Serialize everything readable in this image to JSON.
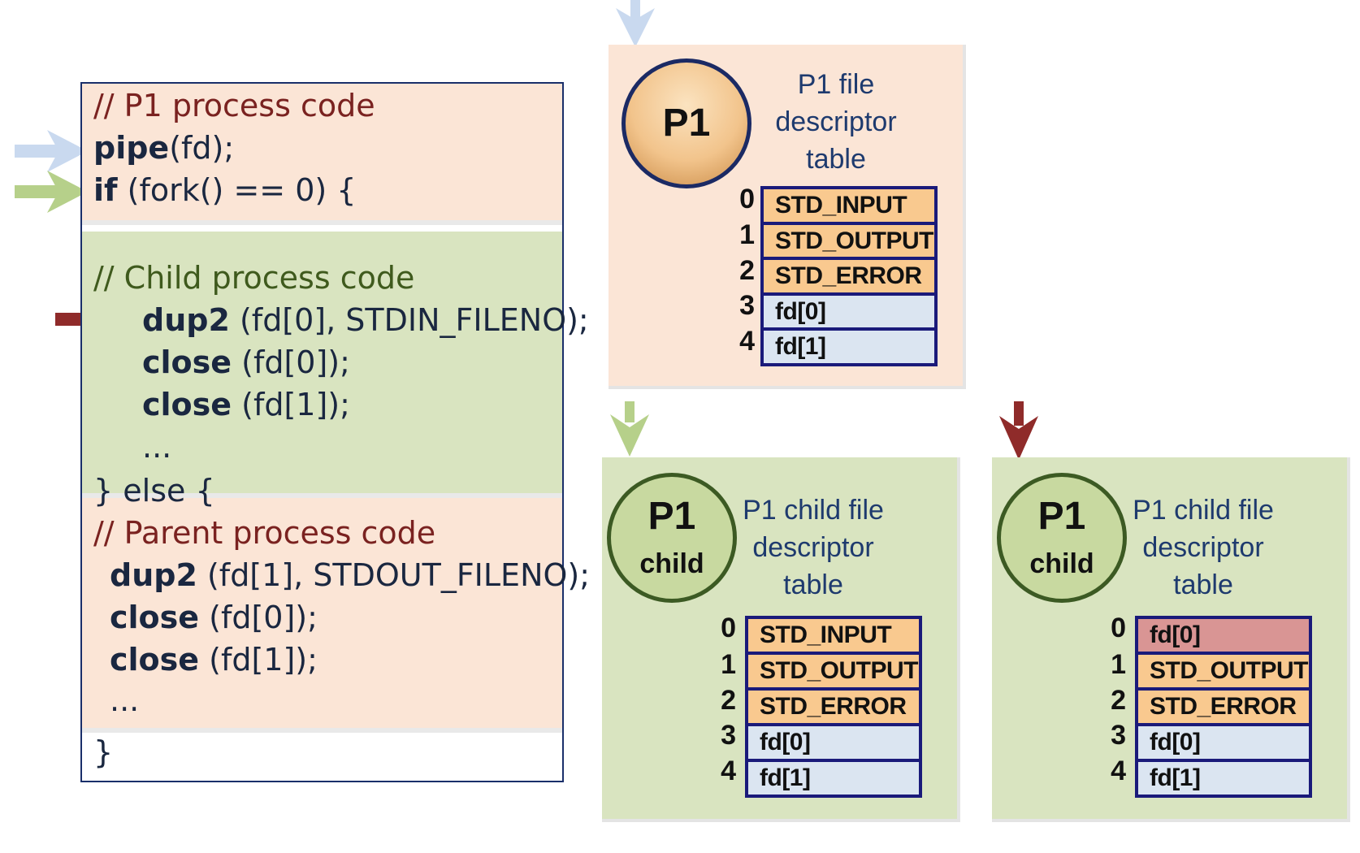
{
  "code": {
    "p1_comment": "// P1 process code",
    "pipe_kw": "pipe",
    "pipe_rest": "(fd);",
    "if_kw": "if",
    "if_rest": " (fork() == 0)  {",
    "child_comment": "// Child process code",
    "child_dup2_kw": "dup2",
    "child_dup2_rest": " (fd[0], STDIN_FILENO);",
    "child_close1_kw": "close",
    "child_close1_rest": " (fd[0]);",
    "child_close2_kw": "close",
    "child_close2_rest": " (fd[1]);",
    "child_ellipsis": "...",
    "else_line": "} else {",
    "parent_comment": "// Parent process code",
    "parent_dup2_kw": "dup2",
    "parent_dup2_rest": " (fd[1], STDOUT_FILENO);",
    "parent_close1_kw": "close",
    "parent_close1_rest": " (fd[0]);",
    "parent_close2_kw": "close",
    "parent_close2_rest": " (fd[1]);",
    "parent_ellipsis": "...",
    "closing_brace": "}"
  },
  "arrow_colors": {
    "pipe": "#c9d9ef",
    "fork": "#b6d08a",
    "dup2": "#8f2b2a"
  },
  "panels": [
    {
      "process_name": "P1",
      "process_sub": "",
      "title": [
        "P1 file",
        "descriptor",
        "table"
      ],
      "rows": [
        {
          "index": "0",
          "label": "STD_INPUT",
          "kind": "orange"
        },
        {
          "index": "1",
          "label": "STD_OUTPUT",
          "kind": "orange"
        },
        {
          "index": "2",
          "label": "STD_ERROR",
          "kind": "orange"
        },
        {
          "index": "3",
          "label": "fd[0]",
          "kind": "blue"
        },
        {
          "index": "4",
          "label": "fd[1]",
          "kind": "blue"
        }
      ]
    },
    {
      "process_name": "P1",
      "process_sub": "child",
      "title": [
        "P1 child file",
        "descriptor",
        "table"
      ],
      "rows": [
        {
          "index": "0",
          "label": "STD_INPUT",
          "kind": "orange"
        },
        {
          "index": "1",
          "label": "STD_OUTPUT",
          "kind": "orange"
        },
        {
          "index": "2",
          "label": "STD_ERROR",
          "kind": "orange"
        },
        {
          "index": "3",
          "label": "fd[0]",
          "kind": "blue"
        },
        {
          "index": "4",
          "label": "fd[1]",
          "kind": "blue"
        }
      ]
    },
    {
      "process_name": "P1",
      "process_sub": "child",
      "title": [
        "P1 child file",
        "descriptor",
        "table"
      ],
      "rows": [
        {
          "index": "0",
          "label": "fd[0]",
          "kind": "red"
        },
        {
          "index": "1",
          "label": "STD_OUTPUT",
          "kind": "orange"
        },
        {
          "index": "2",
          "label": "STD_ERROR",
          "kind": "orange"
        },
        {
          "index": "3",
          "label": "fd[0]",
          "kind": "blue"
        },
        {
          "index": "4",
          "label": "fd[1]",
          "kind": "blue"
        }
      ]
    }
  ]
}
